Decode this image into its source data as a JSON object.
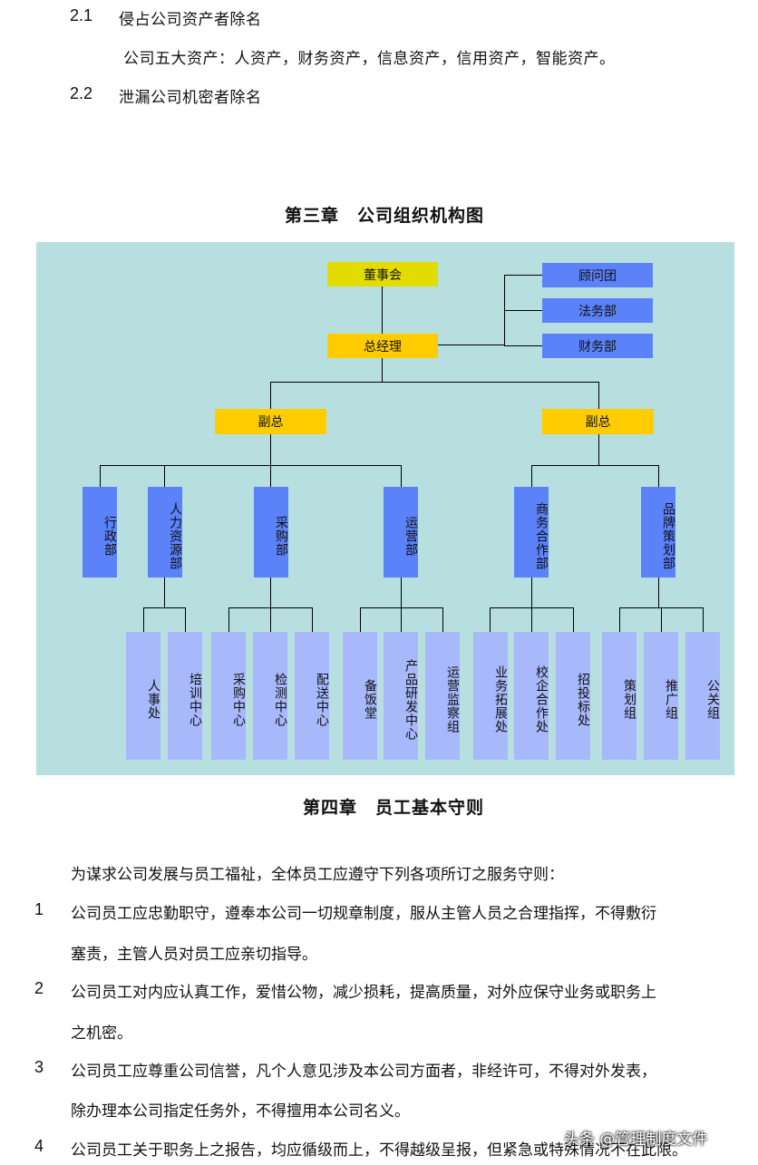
{
  "sections": [
    {
      "num": "2.1",
      "text": "侵占公司资产者除名"
    },
    {
      "num": "2.2",
      "text": "泄漏公司机密者除名"
    }
  ],
  "assets_line": "公司五大资产：人资产，财务资产，信息资产，信用资产，智能资产。",
  "chapter3_title": "第三章　公司组织机构图",
  "org": {
    "board": "董事会",
    "gm": "总经理",
    "advisors": [
      "顾问团",
      "法务部",
      "财务部"
    ],
    "vp_left": "副总",
    "vp_right": "副总",
    "departments": [
      "行政部",
      "人力资源部",
      "采购部",
      "运营部",
      "商务合作部",
      "品牌策划部"
    ],
    "sub_units": {
      "hr": [
        "人事处",
        "培训中心"
      ],
      "purchase": [
        "采购中心",
        "检测中心",
        "配送中心"
      ],
      "ops": [
        "备饭堂",
        "产品研发中心",
        "运营监察组"
      ],
      "biz": [
        "业务拓展处",
        "校企合作处",
        "招投标处"
      ],
      "brand": [
        "策划组",
        "推广组",
        "公关组"
      ]
    }
  },
  "chapter4_title": "第四章　员工基本守则",
  "intro": "为谋求公司发展与员工福祉，全体员工应遵守下列各项所订之服务守则：",
  "rules": [
    {
      "num": "1",
      "lines": [
        "公司员工应忠勤职守，遵奉本公司一切规章制度，服从主管人员之合理指挥，不得敷衍",
        "塞责，主管人员对员工应亲切指导。"
      ]
    },
    {
      "num": "2",
      "lines": [
        "公司员工对内应认真工作，爱惜公物，减少损耗，提高质量，对外应保守业务或职务上",
        "之机密。"
      ]
    },
    {
      "num": "3",
      "lines": [
        "公司员工应尊重公司信誉，凡个人意见涉及本公司方面者，非经许可，不得对外发表，",
        "除办理本公司指定任务外，不得擅用本公司名义。"
      ]
    },
    {
      "num": "4",
      "lines": [
        "公司员工关于职务上之报告，均应循级而上，不得越级呈报，但紧急或特殊情况不在此限。"
      ]
    }
  ],
  "watermark": "头条 @管理制度文件"
}
